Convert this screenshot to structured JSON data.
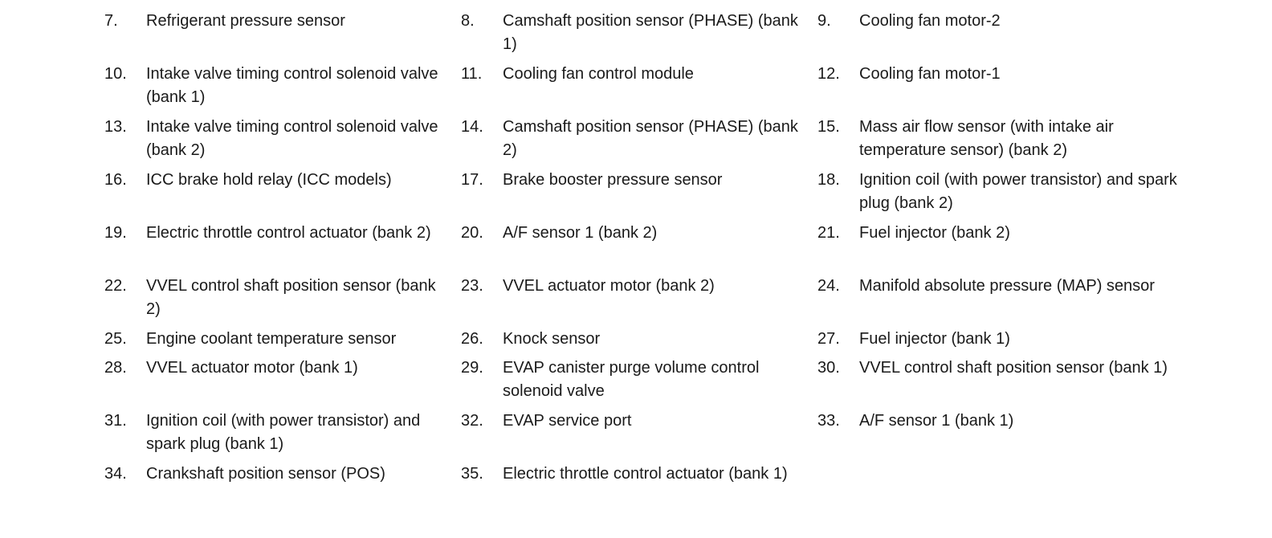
{
  "rows": [
    [
      {
        "num": "7.",
        "text": "Refrigerant pressure sensor"
      },
      {
        "num": "8.",
        "text": "Camshaft position sensor (PHASE) (bank 1)"
      },
      {
        "num": "9.",
        "text": "Cooling fan motor-2"
      }
    ],
    [
      {
        "num": "10.",
        "text": "Intake valve timing control solenoid valve (bank 1)"
      },
      {
        "num": "11.",
        "text": "Cooling fan control module"
      },
      {
        "num": "12.",
        "text": "Cooling fan motor-1"
      }
    ],
    [
      {
        "num": "13.",
        "text": "Intake valve timing control solenoid valve (bank 2)"
      },
      {
        "num": "14.",
        "text": "Camshaft position sensor (PHASE) (bank 2)"
      },
      {
        "num": "15.",
        "text": "Mass air flow sensor (with intake air temperature sensor) (bank 2)"
      }
    ],
    [
      {
        "num": "16.",
        "text": "ICC brake hold relay (ICC models)"
      },
      {
        "num": "17.",
        "text": "Brake booster pressure sensor"
      },
      {
        "num": "18.",
        "text": "Ignition coil (with power transistor) and spark plug (bank 2)"
      }
    ],
    [
      {
        "num": "19.",
        "text": "Electric throttle control actuator (bank 2)"
      },
      {
        "num": "20.",
        "text": "A/F sensor 1 (bank 2)"
      },
      {
        "num": "21.",
        "text": "Fuel injector (bank 2)"
      }
    ],
    [
      {
        "num": "22.",
        "text": "VVEL control shaft position sensor (bank 2)"
      },
      {
        "num": "23.",
        "text": "VVEL actuator motor (bank 2)"
      },
      {
        "num": "24.",
        "text": "Manifold absolute pressure (MAP) sensor"
      }
    ],
    [
      {
        "num": "25.",
        "text": "Engine coolant temperature sensor"
      },
      {
        "num": "26.",
        "text": "Knock sensor"
      },
      {
        "num": "27.",
        "text": "Fuel injector (bank 1)"
      }
    ],
    [
      {
        "num": "28.",
        "text": "VVEL actuator motor (bank 1)"
      },
      {
        "num": "29.",
        "text": "EVAP canister purge volume control solenoid valve"
      },
      {
        "num": "30.",
        "text": "VVEL control shaft position sensor (bank 1)"
      }
    ],
    [
      {
        "num": "31.",
        "text": "Ignition coil (with power transistor) and spark plug (bank 1)"
      },
      {
        "num": "32.",
        "text": "EVAP service port"
      },
      {
        "num": "33.",
        "text": "A/F sensor 1 (bank 1)"
      }
    ],
    [
      {
        "num": "34.",
        "text": "Crankshaft position sensor (POS)"
      },
      {
        "num": "35.",
        "text": "Electric throttle control actuator (bank 1)"
      }
    ]
  ]
}
